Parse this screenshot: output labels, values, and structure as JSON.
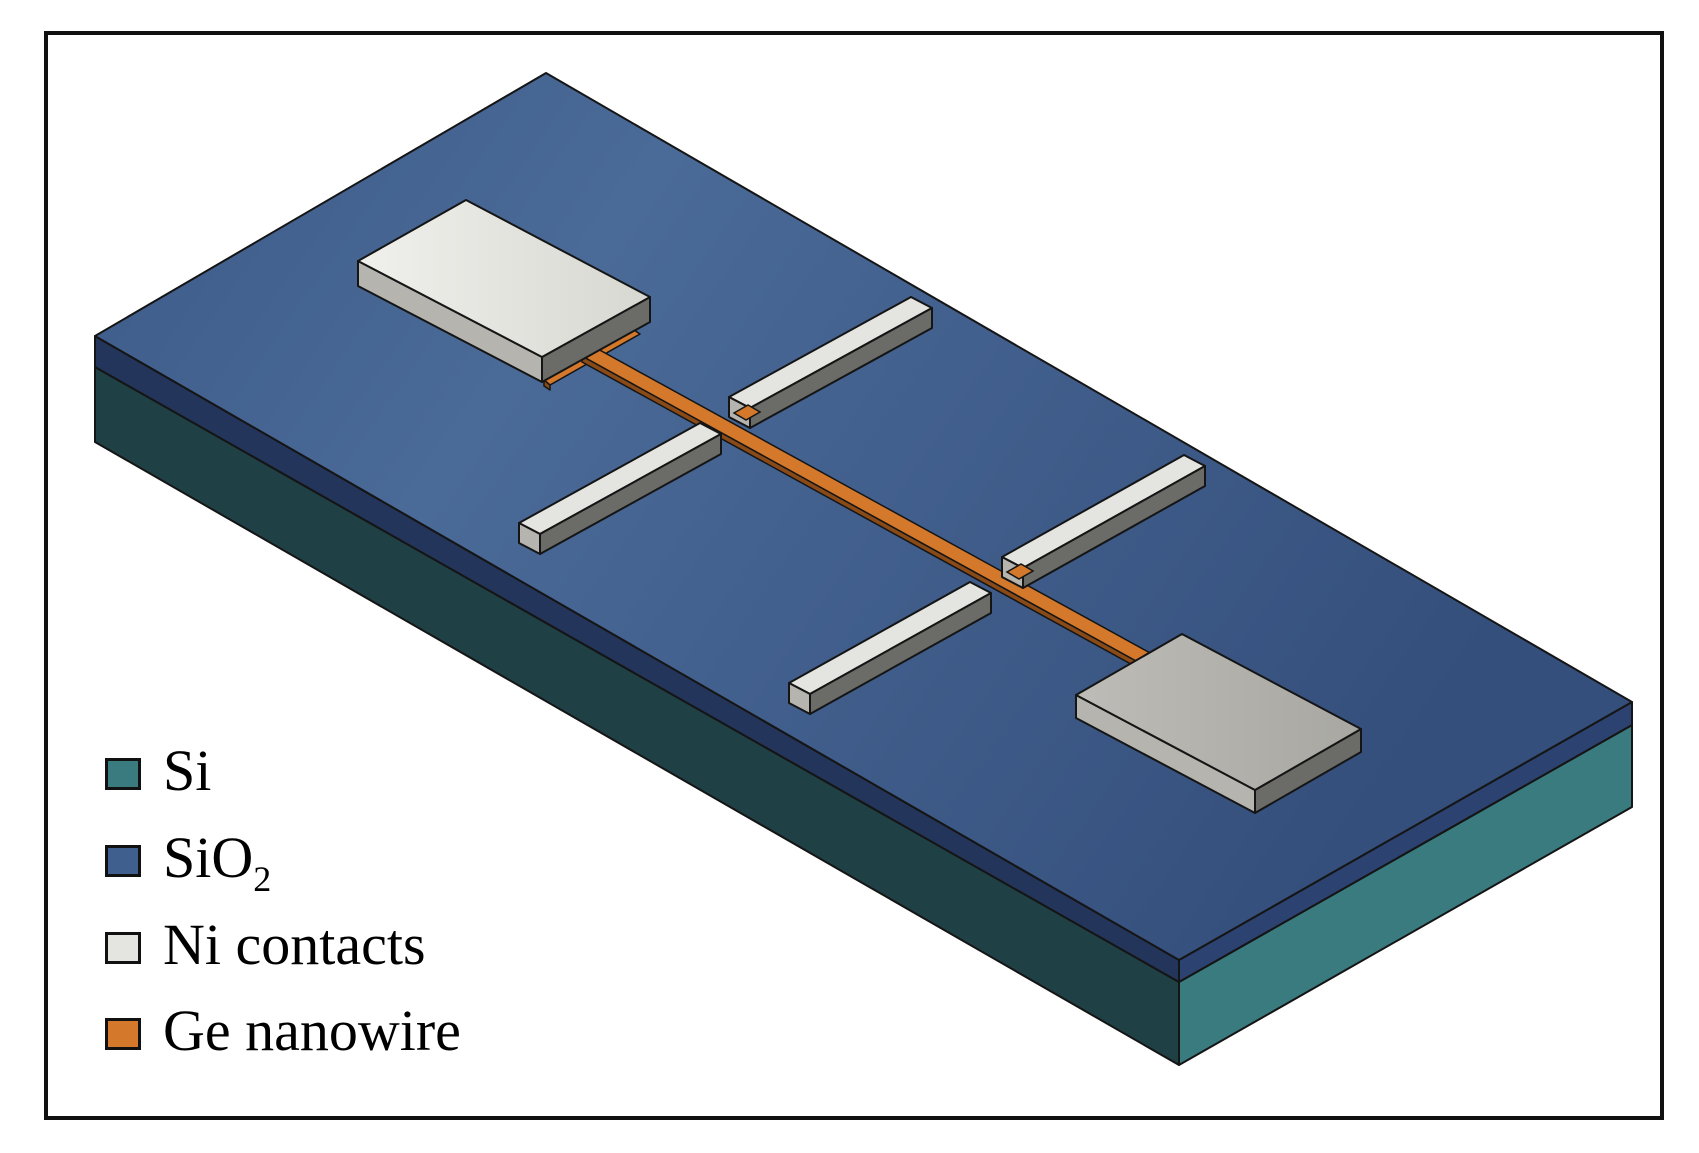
{
  "colors": {
    "si": "#3a7b80",
    "si_dark": "#1f4045",
    "sio2": "#3f5f8f",
    "sio2_dark": "#23355a",
    "ni": "#e4e4e0",
    "ni_mid": "#b5b4ae",
    "ni_dark": "#6b6b68",
    "ge": "#d4782b",
    "ge_dark": "#8a4a17",
    "outline": "#151515"
  },
  "legend": [
    {
      "id": "si",
      "label": "Si",
      "sub": "",
      "color": "#3a7b80"
    },
    {
      "id": "sio2",
      "label": "SiO",
      "sub": "2",
      "color": "#3f5f8f"
    },
    {
      "id": "ni",
      "label": "Ni contacts",
      "sub": "",
      "color": "#e4e4e0"
    },
    {
      "id": "ge",
      "label": "Ge nanowire",
      "sub": "",
      "color": "#d4782b"
    }
  ]
}
